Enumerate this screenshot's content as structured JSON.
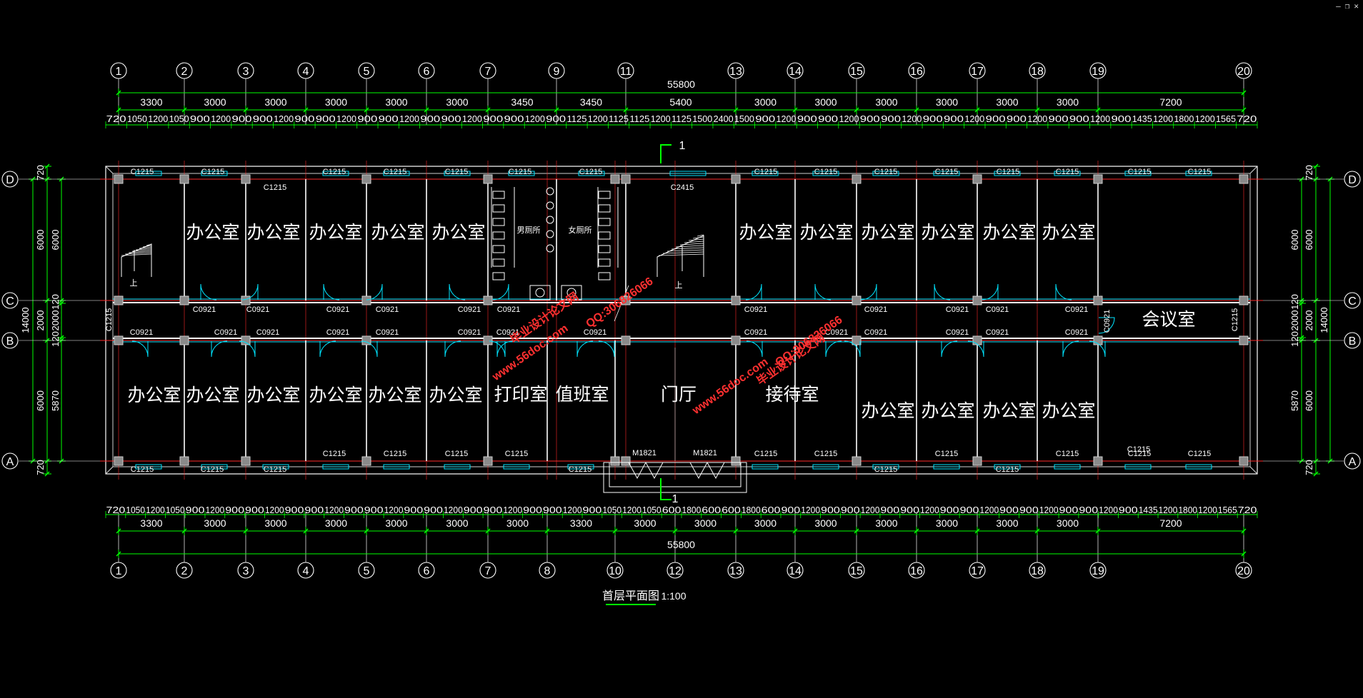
{
  "colors": {
    "background": "#000000",
    "wall": "#ffffff",
    "axis_line": "#ff2a2a",
    "dimension": "#00ff00",
    "window": "#00e5ff",
    "watermark": "#ff3030"
  },
  "axes_top": [
    "1",
    "2",
    "3",
    "4",
    "5",
    "6",
    "7",
    "9",
    "11",
    "13",
    "14",
    "15",
    "16",
    "17",
    "18",
    "19",
    "20"
  ],
  "axes_bottom": [
    "1",
    "2",
    "3",
    "4",
    "5",
    "6",
    "7",
    "8",
    "10",
    "12",
    "13",
    "14",
    "15",
    "16",
    "17",
    "18",
    "19",
    "20"
  ],
  "axes_rows": [
    "D",
    "C",
    "B",
    "A"
  ],
  "dims": {
    "overall_top": "55800",
    "overall_bottom": "55800",
    "top_bays": [
      "3300",
      "3000",
      "3000",
      "3000",
      "3000",
      "3000",
      "3450",
      "3450",
      "5400",
      "3000",
      "3000",
      "3000",
      "3000",
      "3000",
      "3000",
      "7200"
    ],
    "top_detail": [
      "720",
      "1050",
      "1200",
      "1050",
      "900",
      "1200",
      "900",
      "900",
      "1200",
      "900",
      "900",
      "1200",
      "900",
      "900",
      "1200",
      "900",
      "900",
      "1200",
      "900",
      "900",
      "1200",
      "900",
      "1125",
      "1200",
      "1125",
      "1125",
      "1200",
      "1125",
      "1500",
      "2400",
      "1500",
      "900",
      "1200",
      "900",
      "900",
      "1200",
      "900",
      "900",
      "1200",
      "900",
      "900",
      "1200",
      "900",
      "900",
      "1200",
      "900",
      "900",
      "1200",
      "900",
      "1435",
      "1200",
      "1800",
      "1200",
      "1565",
      "720"
    ],
    "bottom_bays": [
      "3300",
      "3000",
      "3000",
      "3000",
      "3000",
      "3000",
      "3000",
      "3300",
      "3000",
      "3000",
      "3000",
      "3000",
      "3000",
      "3000",
      "3000",
      "3000",
      "7200"
    ],
    "bottom_detail": [
      "720",
      "1050",
      "1200",
      "1050",
      "900",
      "1200",
      "900",
      "900",
      "1200",
      "900",
      "900",
      "1200",
      "900",
      "900",
      "1200",
      "900",
      "900",
      "1200",
      "900",
      "900",
      "1200",
      "900",
      "900",
      "1200",
      "900",
      "1050",
      "1200",
      "1050",
      "600",
      "1800",
      "600",
      "600",
      "1800",
      "600",
      "900",
      "1200",
      "900",
      "900",
      "1200",
      "900",
      "900",
      "1200",
      "900",
      "900",
      "1200",
      "900",
      "900",
      "1200",
      "900",
      "900",
      "1200",
      "900",
      "1435",
      "1200",
      "1800",
      "1200",
      "1565",
      "720"
    ],
    "left_outer": "14000",
    "left_inner": [
      "720",
      "6000",
      "2000",
      "6000",
      "720"
    ],
    "left_mid": [
      "6000",
      "120",
      "2000",
      "120",
      "5870"
    ],
    "right_outer": "14000",
    "right_inner": [
      "720",
      "6000",
      "2000",
      "6000",
      "720"
    ],
    "right_mid": [
      "6000",
      "120",
      "2000",
      "120",
      "5870"
    ]
  },
  "rooms_upper": [
    "办公室",
    "办公室",
    "办公室",
    "办公室",
    "办公室",
    "男厕所",
    "女厕所",
    "办公室",
    "办公室",
    "办公室",
    "办公室",
    "办公室",
    "办公室",
    "会议室"
  ],
  "rooms_lower": [
    "办公室",
    "办公室",
    "办公室",
    "办公室",
    "办公室",
    "办公室",
    "打印室",
    "值班室",
    "门厅",
    "接待室",
    "办公室",
    "办公室",
    "办公室",
    "办公室"
  ],
  "tags": {
    "window": "C1215",
    "window_wide": "C2415",
    "door": "C0921",
    "entry_door": "M1821",
    "stair_up": "上"
  },
  "section_mark": "1",
  "title": "首层平面图",
  "scale": "1:100",
  "watermarks": [
    "毕业设计论文网",
    "www.56doc.com",
    "QQ:306826066"
  ],
  "window_controls": [
    "—",
    "❐",
    "✕"
  ]
}
